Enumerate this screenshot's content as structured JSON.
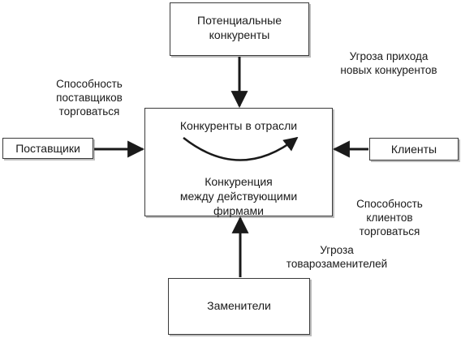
{
  "boxes": {
    "top": {
      "label": "Потенциальные\nконкуренты"
    },
    "center": {
      "title": "Конкуренты в отрасли",
      "subtitle": "Конкуренция\nмежду действующими\nфирмами"
    },
    "left": {
      "label": "Поставщики"
    },
    "right": {
      "label": "Клиенты"
    },
    "bottom": {
      "label": "Заменители"
    }
  },
  "annotations": {
    "supplier_power": "Способность\nпоставщиков\nторговаться",
    "new_entrants_threat": "Угроза прихода\nновых конкурентов",
    "buyer_power": "Способность\nклиентов\nторговаться",
    "substitutes_threat": "Угроза\nтоварозаменителей"
  },
  "colors": {
    "line": "#1a1a1a",
    "border": "#3a3a3a",
    "shadow": "#bdbdbd"
  }
}
